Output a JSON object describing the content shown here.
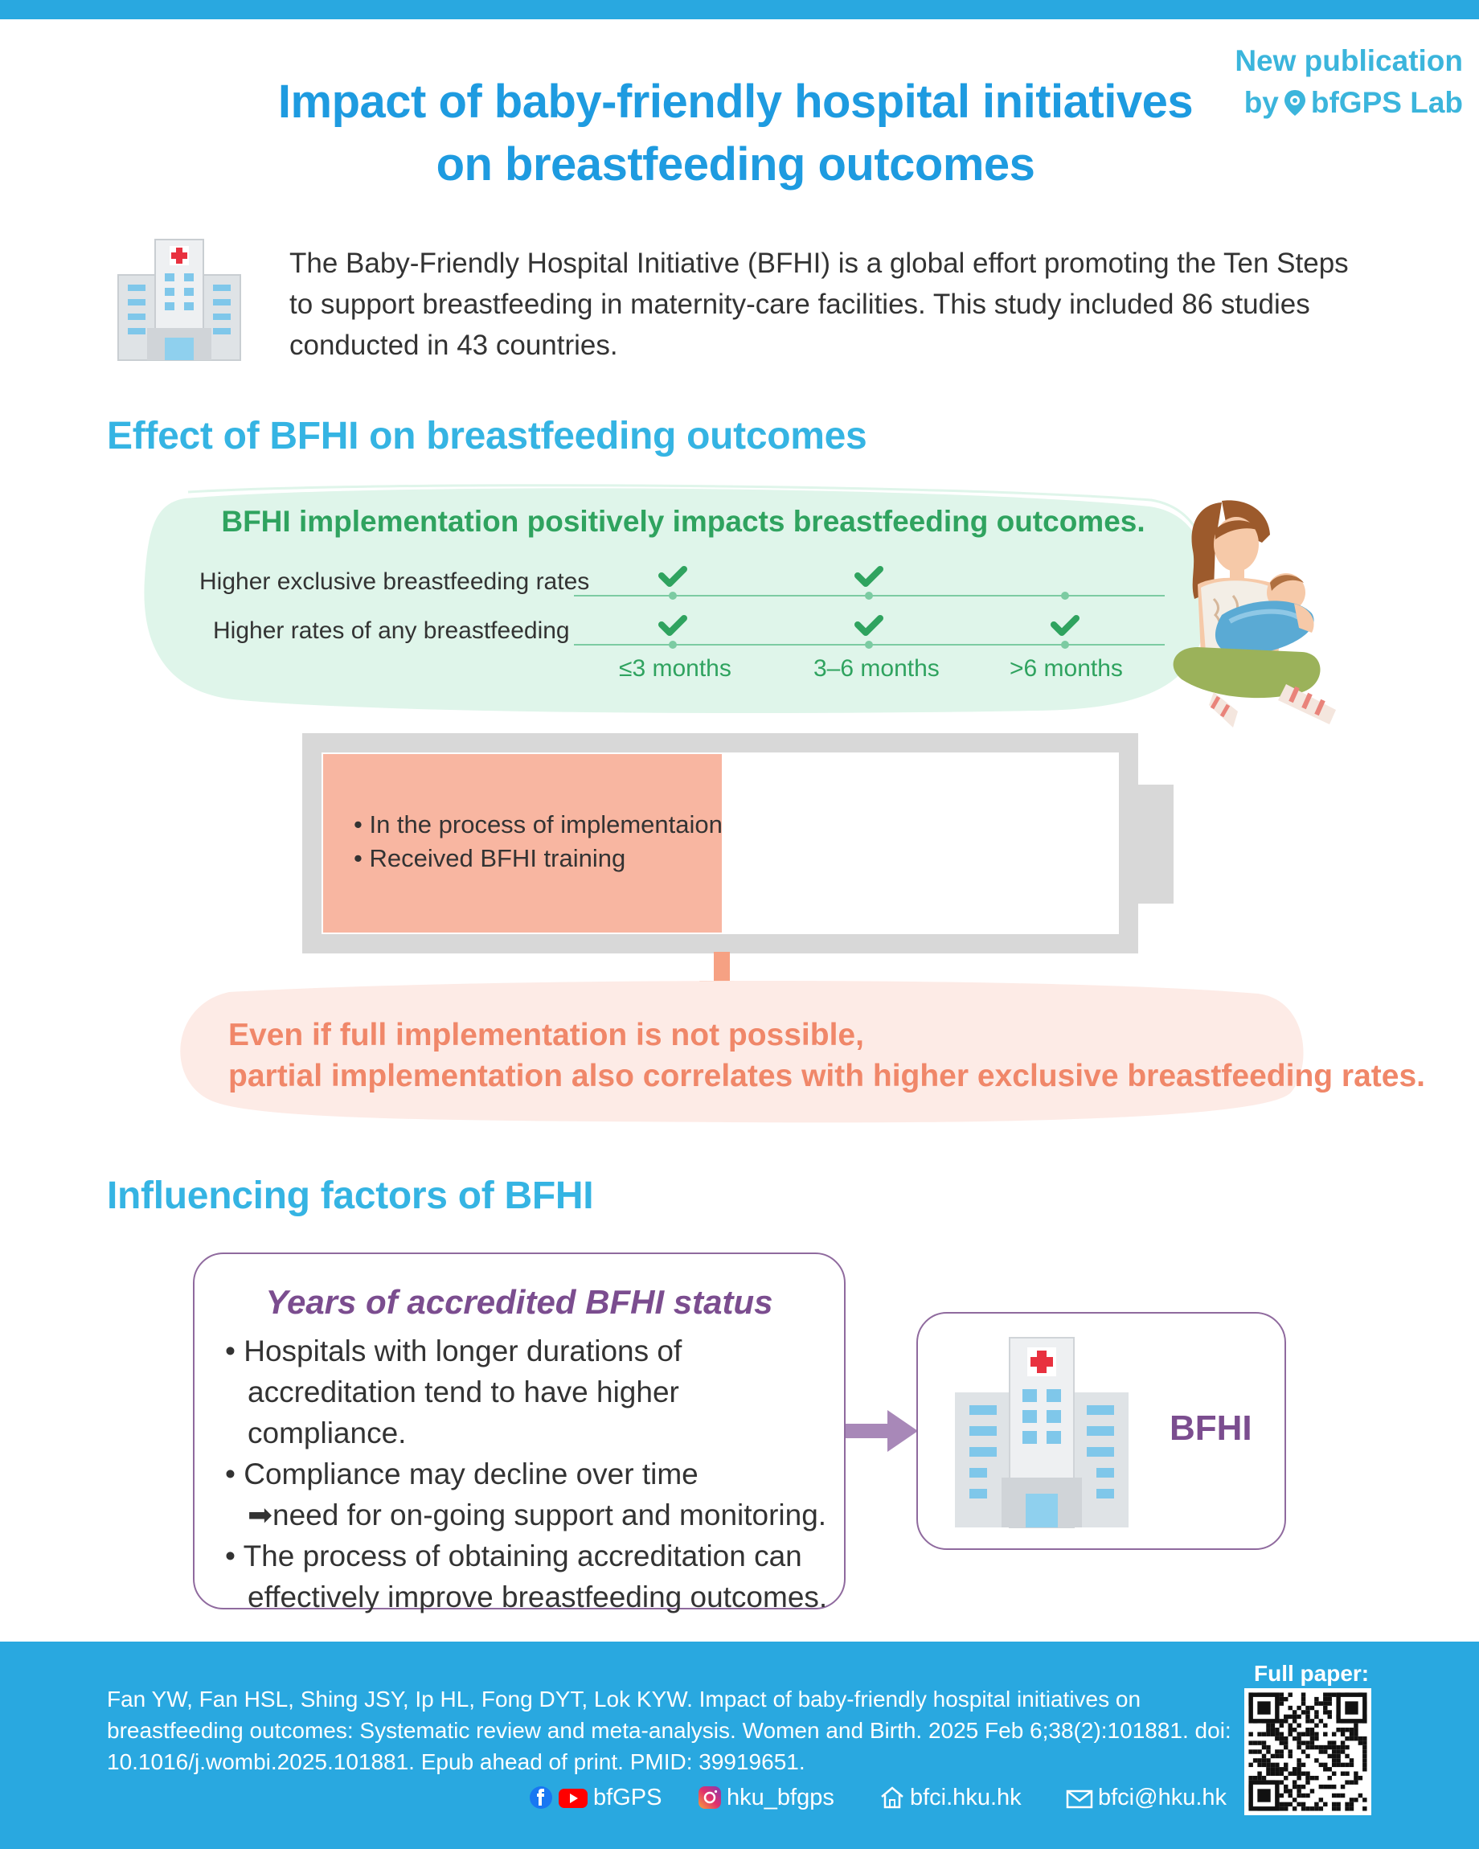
{
  "header": {
    "title_line1": "Impact of baby-friendly hospital initiatives",
    "title_line2": "on breastfeeding outcomes",
    "newpub_line1": "New publication",
    "newpub_by": "by",
    "newpub_lab": "bfGPS Lab"
  },
  "intro": {
    "text": "The Baby-Friendly Hospital Initiative (BFHI) is a global effort promoting the Ten Steps to support breastfeeding in maternity-care facilities. This study included 86 studies conducted in 43 countries."
  },
  "effect_section": {
    "heading": "Effect of BFHI on breastfeeding outcomes",
    "summary": "BFHI implementation positively impacts breastfeeding outcomes.",
    "rows": [
      {
        "label": "Higher exclusive breastfeeding rates",
        "checks": [
          true,
          true,
          false
        ]
      },
      {
        "label": "Higher rates of any breastfeeding",
        "checks": [
          true,
          true,
          true
        ]
      }
    ],
    "periods": [
      "≤3 months",
      "3–6 months",
      ">6 months"
    ],
    "battery_fill": 0.5,
    "partial_bullets": [
      "• In the process of implementaion",
      "• Received BFHI training"
    ],
    "partial_note_line1": "Even if full implementation is not possible,",
    "partial_note_line2": "partial implementation also correlates with higher exclusive breastfeeding rates."
  },
  "factors_section": {
    "heading": "Influencing factors of BFHI",
    "card_title": "Years of accredited BFHI status",
    "b1a": "• Hospitals with longer durations of",
    "b1b": "accreditation tend to have higher compliance.",
    "b2a": "• Compliance may decline over time",
    "b2b": "➡need for on-going support and monitoring.",
    "b3a": "• The process of obtaining accreditation can",
    "b3b": "effectively improve breastfeeding outcomes.",
    "target_label": "BFHI"
  },
  "footer": {
    "citation": "Fan YW, Fan HSL, Shing JSY, Ip HL, Fong DYT, Lok KYW. Impact of baby-friendly hospital initiatives on breastfeeding outcomes: Systematic review and meta-analysis. Women and Birth. 2025 Feb 6;38(2):101881. doi: 10.1016/j.wombi.2025.101881. Epub ahead of print. PMID: 39919651.",
    "social": {
      "facebook_youtube": "bfGPS",
      "instagram": "hku_bfgps",
      "website": "bfci.hku.hk",
      "email": "bfci@hku.hk"
    },
    "full_paper": "Full paper:"
  },
  "colors": {
    "accent_blue": "#29a8e0",
    "green": "#2fa35f",
    "salmon": "#f08769",
    "purple": "#7b4d8f"
  }
}
